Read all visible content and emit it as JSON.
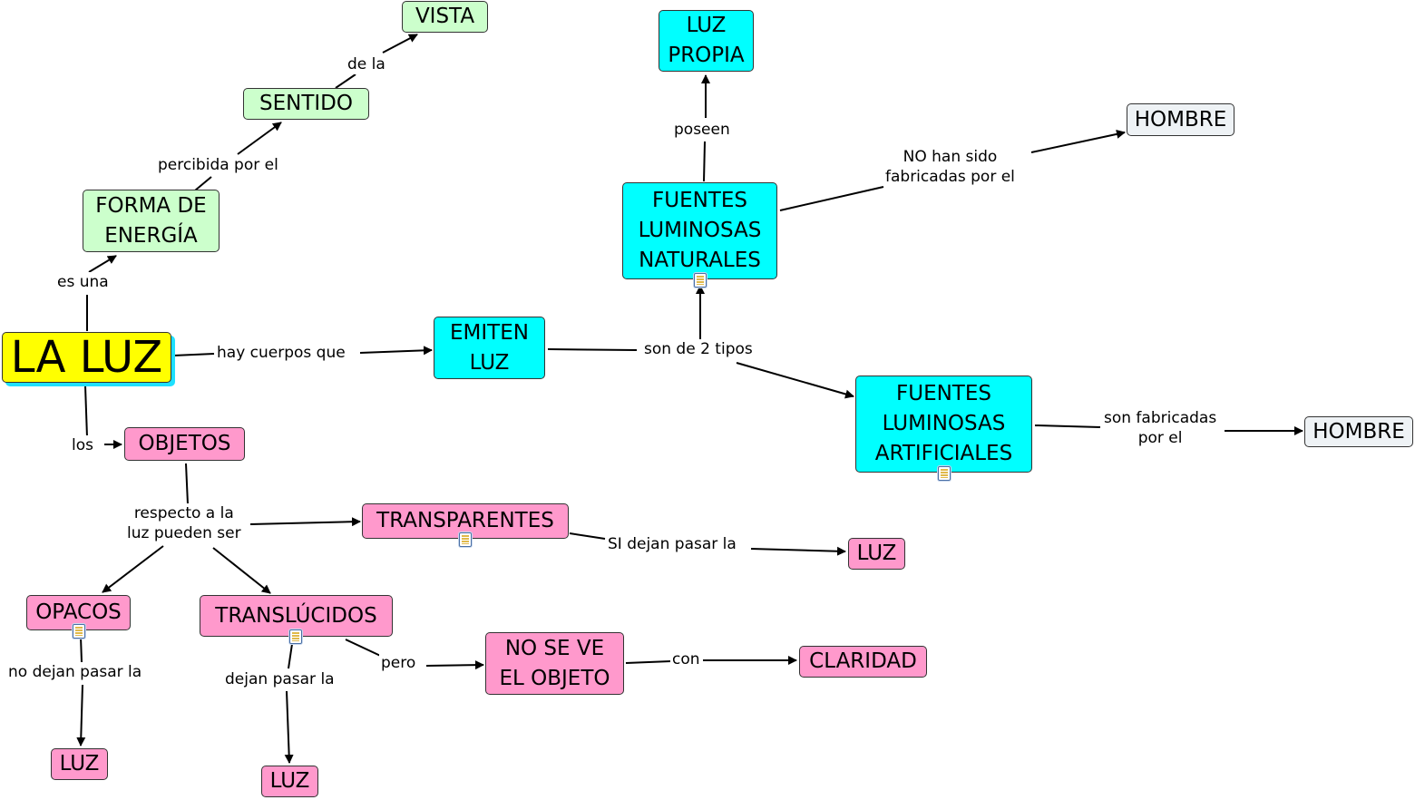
{
  "nodes": {
    "la_luz": "LA LUZ",
    "forma_energia": "FORMA DE\nENERGÍA",
    "sentido": "SENTIDO",
    "vista": "VISTA",
    "emiten_luz": "EMITEN\nLUZ",
    "luz_propia": "LUZ\nPROPIA",
    "fuentes_naturales": "FUENTES\nLUMINOSAS\nNATURALES",
    "hombre_1": "HOMBRE",
    "fuentes_artificiales": "FUENTES\nLUMINOSAS\nARTIFICIALES",
    "hombre_2": "HOMBRE",
    "objetos": "OBJETOS",
    "transparentes": "TRANSPARENTES",
    "luz_transparentes": "LUZ",
    "opacos": "OPACOS",
    "translucidos": "TRANSLÚCIDOS",
    "no_se_ve": "NO SE VE\nEL OBJETO",
    "claridad": "CLARIDAD",
    "luz_opacos": "LUZ",
    "luz_translucidos": "LUZ"
  },
  "links": {
    "es_una": "es una",
    "percibida_por_el": "percibida por el",
    "de_la": "de la",
    "hay_cuerpos_que": "hay cuerpos que",
    "son_de_2_tipos": "son de 2 tipos",
    "poseen": "poseen",
    "no_han_sido": "NO han sido\nfabricadas por el",
    "son_fabricadas": "son fabricadas\npor el",
    "los": "los",
    "respecto": "respecto a la\nluz pueden ser",
    "si_dejan": "SI dejan pasar la",
    "no_dejan": "no dejan pasar la",
    "dejan_pasar": "dejan pasar la",
    "pero": "pero",
    "con": "con"
  },
  "colors": {
    "root": "#ffff00",
    "energy": "#ccffcc",
    "sources": "#00ffff",
    "objects": "#ff99cc",
    "human": "#eef2f5",
    "line": "#000000"
  },
  "icons": [
    "resource-icon"
  ]
}
